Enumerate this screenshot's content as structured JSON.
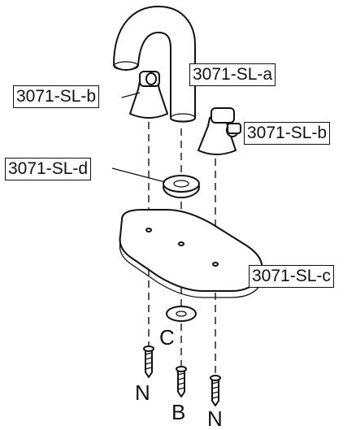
{
  "diagram": {
    "labels": {
      "spout": "3071-SL-a",
      "left_handle": "3071-SL-b",
      "right_handle": "3071-SL-b",
      "gasket": "3071-SL-d",
      "deck_plate": "3071-SL-c"
    },
    "fasteners": {
      "washer": "C",
      "left_screw": "N",
      "center_screw": "B",
      "right_screw": "N"
    }
  }
}
